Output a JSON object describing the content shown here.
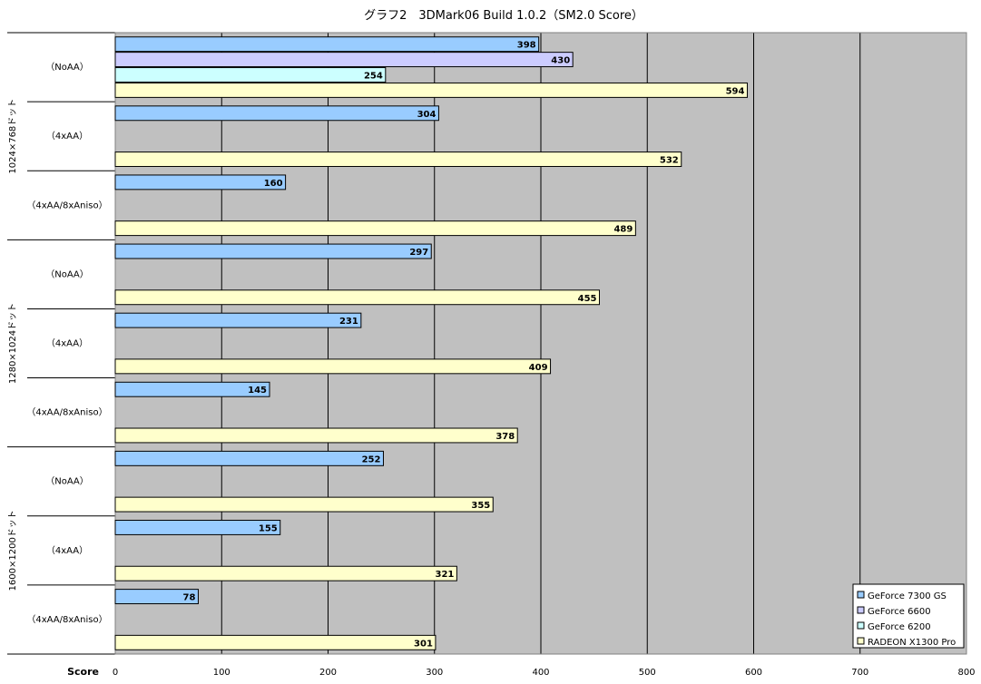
{
  "chart_data": {
    "type": "bar",
    "orientation": "horizontal",
    "title": "グラフ2　3DMark06 Build 1.0.2（SM2.0 Score）",
    "xlabel": "Score",
    "xlim": [
      0,
      800
    ],
    "xticks": [
      0,
      100,
      200,
      300,
      400,
      500,
      600,
      700,
      800
    ],
    "grid": true,
    "legend_position": "bottom-right",
    "series": [
      {
        "name": "GeForce 7300 GS",
        "color": "#99ccff"
      },
      {
        "name": "GeForce 6600",
        "color": "#ccccff"
      },
      {
        "name": "GeForce 6200",
        "color": "#ccffff"
      },
      {
        "name": "RADEON X1300 Pro",
        "color": "#ffffcc"
      }
    ],
    "groups": [
      {
        "label": "1024×768ドット",
        "categories": [
          {
            "label": "（NoAA）",
            "values": [
              398,
              430,
              254,
              594
            ]
          },
          {
            "label": "（4xAA）",
            "values": [
              304,
              null,
              null,
              532
            ]
          },
          {
            "label": "（4xAA/8xAniso）",
            "values": [
              160,
              null,
              null,
              489
            ]
          }
        ]
      },
      {
        "label": "1280×1024ドット",
        "categories": [
          {
            "label": "（NoAA）",
            "values": [
              297,
              null,
              null,
              455
            ]
          },
          {
            "label": "（4xAA）",
            "values": [
              231,
              null,
              null,
              409
            ]
          },
          {
            "label": "（4xAA/8xAniso）",
            "values": [
              145,
              null,
              null,
              378
            ]
          }
        ]
      },
      {
        "label": "1600×1200ドット",
        "categories": [
          {
            "label": "（NoAA）",
            "values": [
              252,
              null,
              null,
              355
            ]
          },
          {
            "label": "（4xAA）",
            "values": [
              155,
              null,
              null,
              321
            ]
          },
          {
            "label": "（4xAA/8xAniso）",
            "values": [
              78,
              null,
              null,
              301
            ]
          }
        ]
      }
    ]
  }
}
